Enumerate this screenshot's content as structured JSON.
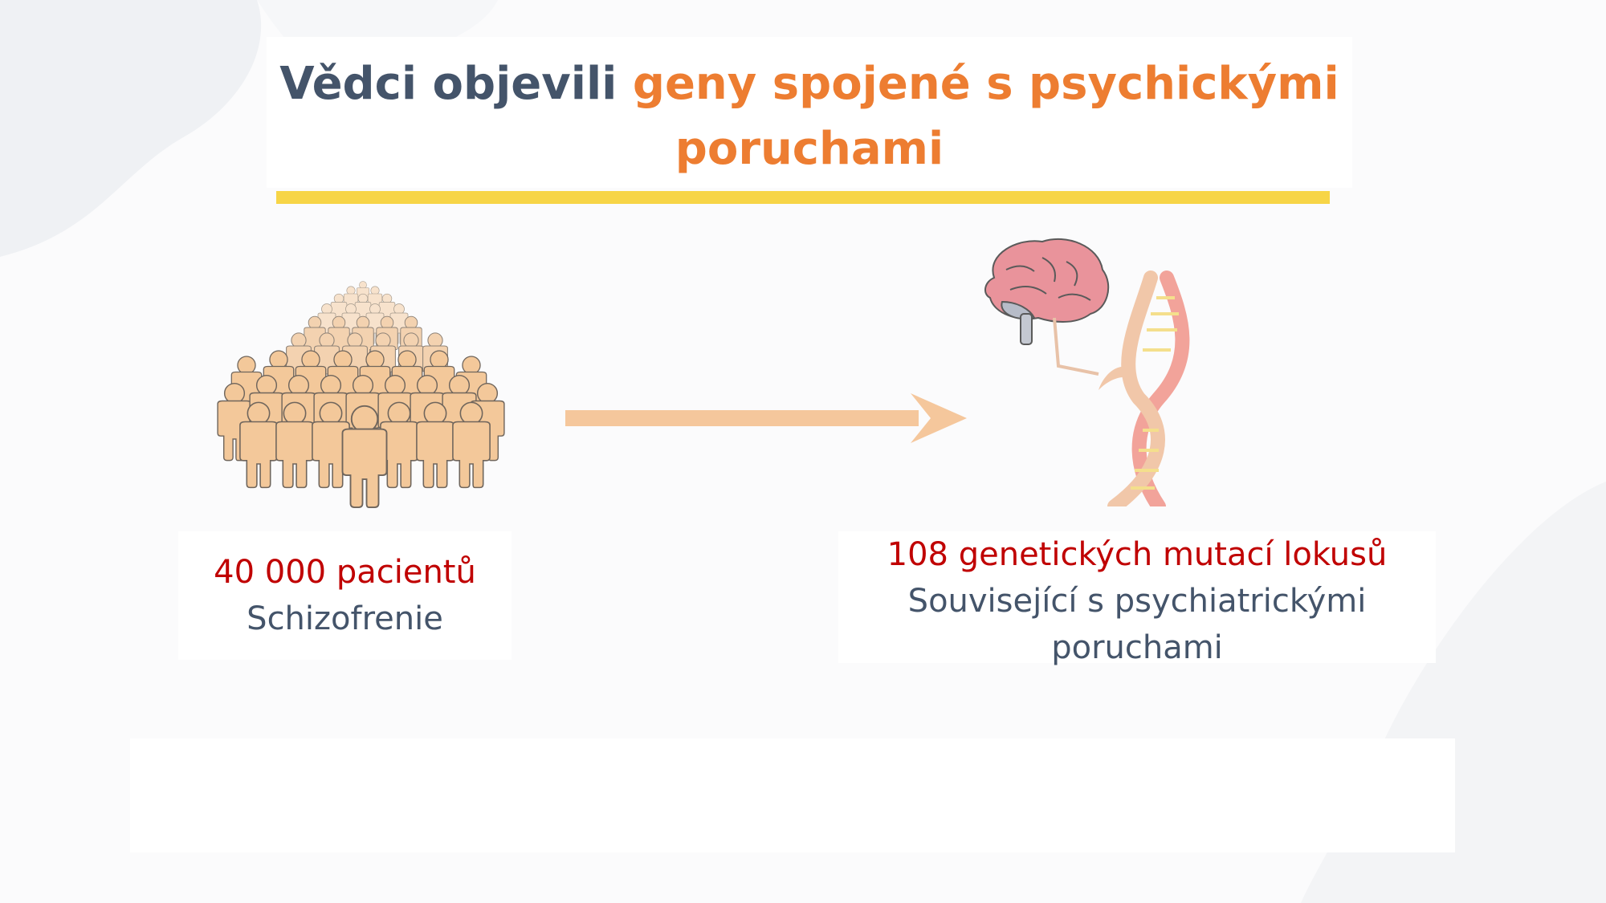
{
  "slide": {
    "title_part1": "Vědci objevili ",
    "title_part2": "geny spojené s psychickými poruchami"
  },
  "left_label": {
    "headline": "40 000 pacientů",
    "sub": "Schizofrenie"
  },
  "right_label": {
    "headline": "108 genetických mutací lokusů",
    "sub": "Související s psychiatrickými poruchami"
  },
  "icons": {
    "crowd": "crowd-icon",
    "arrow": "arrow-right-icon",
    "brain": "brain-icon",
    "dna": "dna-icon"
  },
  "colors": {
    "title_gray": "#44546a",
    "title_accent": "#ed7d31",
    "highlight_red": "#c00000",
    "yellow_bar": "#f7d547",
    "arrow": "#f5c79c",
    "person": "#f3c89a"
  }
}
